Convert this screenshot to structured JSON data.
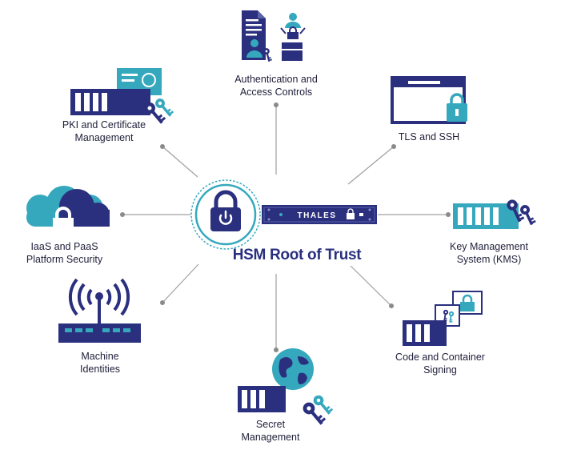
{
  "center": {
    "title": "HSM Root of Trust",
    "hsm_brand": "THALES"
  },
  "colors": {
    "navy": "#2a2f7e",
    "teal": "#36a8be",
    "line": "#9a9a9a",
    "dot": "#8a8a8a",
    "text": "#1f1f3a"
  },
  "nodes": [
    {
      "id": "auth",
      "lines": [
        "Authentication and",
        "Access Controls"
      ],
      "icon": "document-user-lock-icon"
    },
    {
      "id": "tls",
      "lines": [
        "TLS and SSH"
      ],
      "icon": "browser-lock-icon"
    },
    {
      "id": "kms",
      "lines": [
        "Key Management",
        "System (KMS)"
      ],
      "icon": "server-keys-icon"
    },
    {
      "id": "code",
      "lines": [
        "Code and Container",
        "Signing"
      ],
      "icon": "server-certificates-icon"
    },
    {
      "id": "secret",
      "lines": [
        "Secret",
        "Management"
      ],
      "icon": "globe-server-key-icon"
    },
    {
      "id": "machine",
      "lines": [
        "Machine",
        "Identities"
      ],
      "icon": "wifi-router-icon"
    },
    {
      "id": "iaas",
      "lines": [
        "IaaS and PaaS",
        "Platform Security"
      ],
      "icon": "cloud-lock-icon"
    },
    {
      "id": "pki",
      "lines": [
        "PKI and Certificate",
        "Management"
      ],
      "icon": "server-certificate-key-icon"
    }
  ]
}
